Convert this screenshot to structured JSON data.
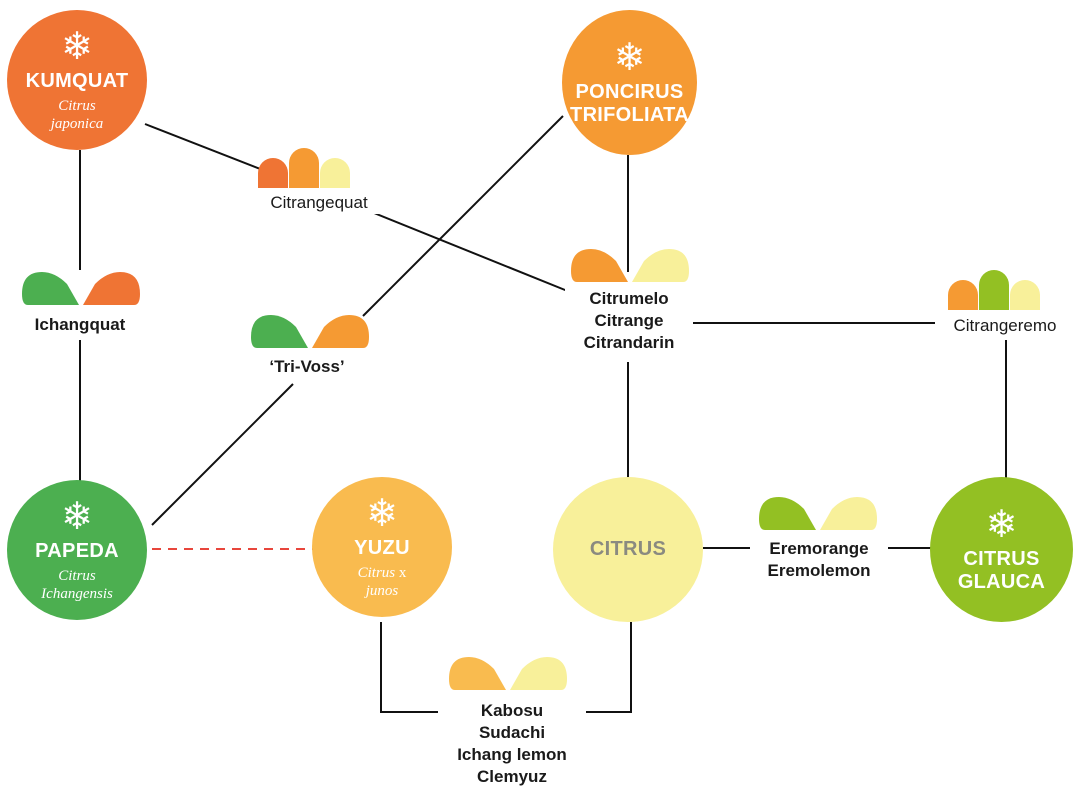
{
  "colors": {
    "kumquat": "#ef7434",
    "poncirus": "#f59a33",
    "papeda": "#4caf50",
    "yuzu": "#f9bb4f",
    "citrus": "#f8f09a",
    "glauca": "#93c023",
    "line": "#111111",
    "dashed_link": "#e8463c"
  },
  "icons": {
    "node_icon": "snowflake-icon"
  },
  "nodes": {
    "kumquat": {
      "name": "KUMQUAT",
      "sci": "Citrus\njaponica"
    },
    "poncirus": {
      "name": "PONCIRUS\nTRIFOLIATA",
      "sci": ""
    },
    "papeda": {
      "name": "PAPEDA",
      "sci": "Citrus\nIchangensis"
    },
    "yuzu": {
      "name": "YUZU",
      "sci_a": "Citrus",
      "sci_x": " x",
      "sci_b": "junos"
    },
    "citrus": {
      "name": "CITRUS",
      "sci": ""
    },
    "glauca": {
      "name": "CITRUS\nGLAUCA",
      "sci": ""
    }
  },
  "hybrids": {
    "citrangequat": {
      "label": "Citrangequat",
      "parents": [
        "kumquat",
        "poncirus",
        "citrus"
      ]
    },
    "ichangquat": {
      "label": "Ichangquat",
      "parents": [
        "papeda",
        "kumquat"
      ]
    },
    "tri_voss": {
      "label": "‘Tri-Voss’",
      "parents": [
        "papeda",
        "poncirus"
      ]
    },
    "citrumelo": {
      "label": "Citrumelo\nCitrange\nCitrandarin",
      "parents": [
        "poncirus",
        "citrus"
      ]
    },
    "citrangeremo": {
      "label": "Citrangeremo",
      "parents": [
        "poncirus",
        "glauca",
        "citrus"
      ]
    },
    "eremorange": {
      "label": "Eremorange\nEremolemon",
      "parents": [
        "glauca",
        "citrus"
      ]
    },
    "kabosu": {
      "label": "Kabosu\nSudachi\nIchang lemon\nClemyuz",
      "parents": [
        "yuzu",
        "citrus"
      ]
    }
  }
}
